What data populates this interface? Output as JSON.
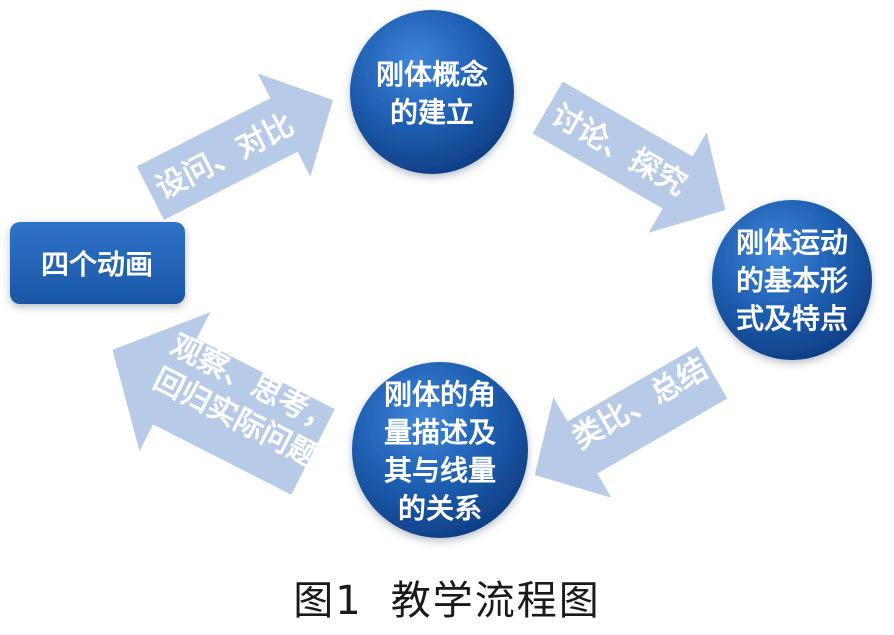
{
  "nodes": {
    "start": {
      "label": "四个动画"
    },
    "top": {
      "lines": [
        "刚体概念",
        "的建立"
      ]
    },
    "right": {
      "lines": [
        "刚体运动",
        "的基本形",
        "式及特点"
      ]
    },
    "bottom": {
      "lines": [
        "刚体的角",
        "量描述及",
        "其与线量",
        "的关系"
      ]
    }
  },
  "arrows": {
    "top_left": {
      "label": "设问、对比"
    },
    "top_right": {
      "label": "讨论、探究"
    },
    "bottom_right": {
      "label": "类比、总结"
    },
    "bottom_left": {
      "lines": [
        "观察、思考，",
        "回归实际问题"
      ]
    }
  },
  "caption": {
    "figure_number": "图1",
    "title": "教学流程图"
  },
  "colors": {
    "node_blue": "#1f5fb2",
    "node_blue_dark": "#0f3f86",
    "arrow_light": "#b3c7e6",
    "text_white": "#ffffff"
  }
}
